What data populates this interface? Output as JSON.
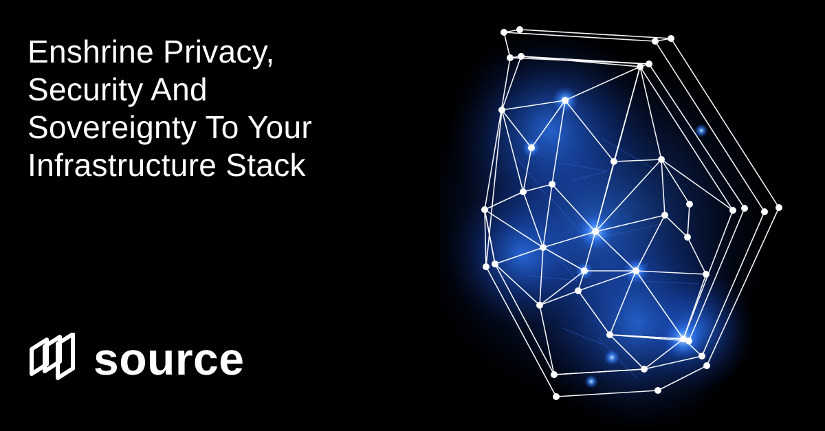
{
  "headline": {
    "lines": [
      "Enshrine Privacy,",
      "Security And",
      "Sovereignty To Your",
      "Infrastructure Stack"
    ]
  },
  "brand": {
    "name": "source",
    "icon": "source-logo-icon"
  },
  "illustration": {
    "icon": "network-mesh-illustration"
  },
  "colors": {
    "background": "#000000",
    "text": "#ffffff",
    "glow": "#2f7cff"
  }
}
